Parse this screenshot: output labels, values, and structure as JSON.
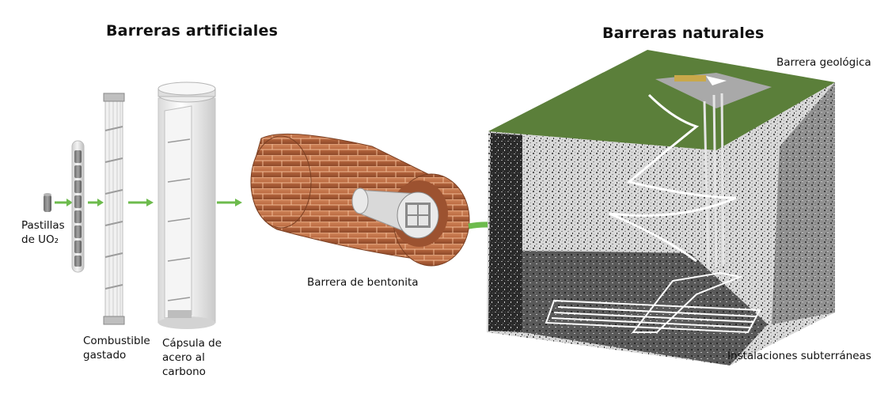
{
  "headings": {
    "artificial": "Barreras artificiales",
    "natural": "Barreras naturales"
  },
  "labels": {
    "pellets_line1": "Pastillas",
    "pellets_line2": "de UO₂",
    "fuel_line1": "Combustible",
    "fuel_line2": "gastado",
    "capsule_line1": "Cápsula de",
    "capsule_line2": "acero al",
    "capsule_line3": "carbono",
    "bentonite": "Barrera de bentonita",
    "geological": "Barrera geológica",
    "underground": "Instalaciones subterráneas"
  },
  "colors": {
    "arrow_green": "#6dbb4d",
    "grass_green": "#5b7f3a",
    "bentonite_copper": "#b8673e",
    "steel_gray": "#e4e4e4",
    "granite_dark": "#2d2d2d"
  }
}
